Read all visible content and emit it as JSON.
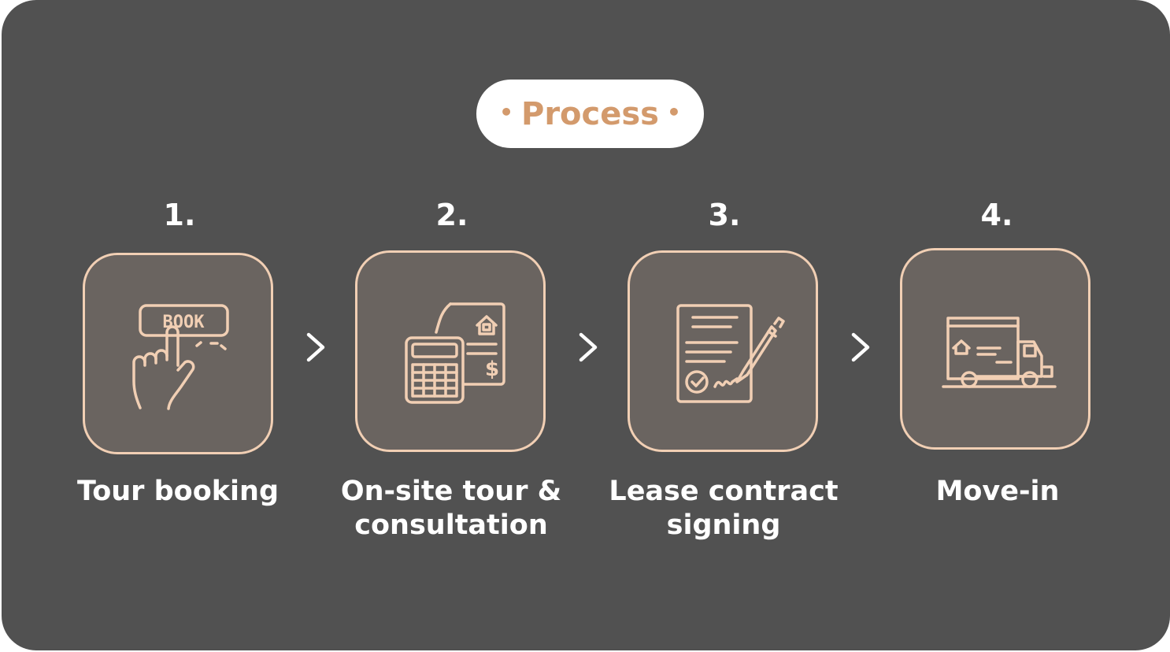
{
  "header": {
    "title": "Process"
  },
  "steps": [
    {
      "number": "1.",
      "label": "Tour booking",
      "icon": "book-button-hand-icon",
      "icon_text": "BOOK"
    },
    {
      "number": "2.",
      "label": "On-site tour & consultation",
      "icon": "calculator-property-document-icon",
      "icon_text": "$"
    },
    {
      "number": "3.",
      "label": "Lease contract signing",
      "icon": "contract-signing-pen-icon"
    },
    {
      "number": "4.",
      "label": "Move-in",
      "icon": "moving-truck-icon"
    }
  ],
  "colors": {
    "background": "#515151",
    "card_fill": "#6a6460",
    "card_border": "#f1cfb4",
    "accent": "#d39a6c",
    "icon_stroke": "#f1cfb4",
    "text": "#ffffff"
  }
}
